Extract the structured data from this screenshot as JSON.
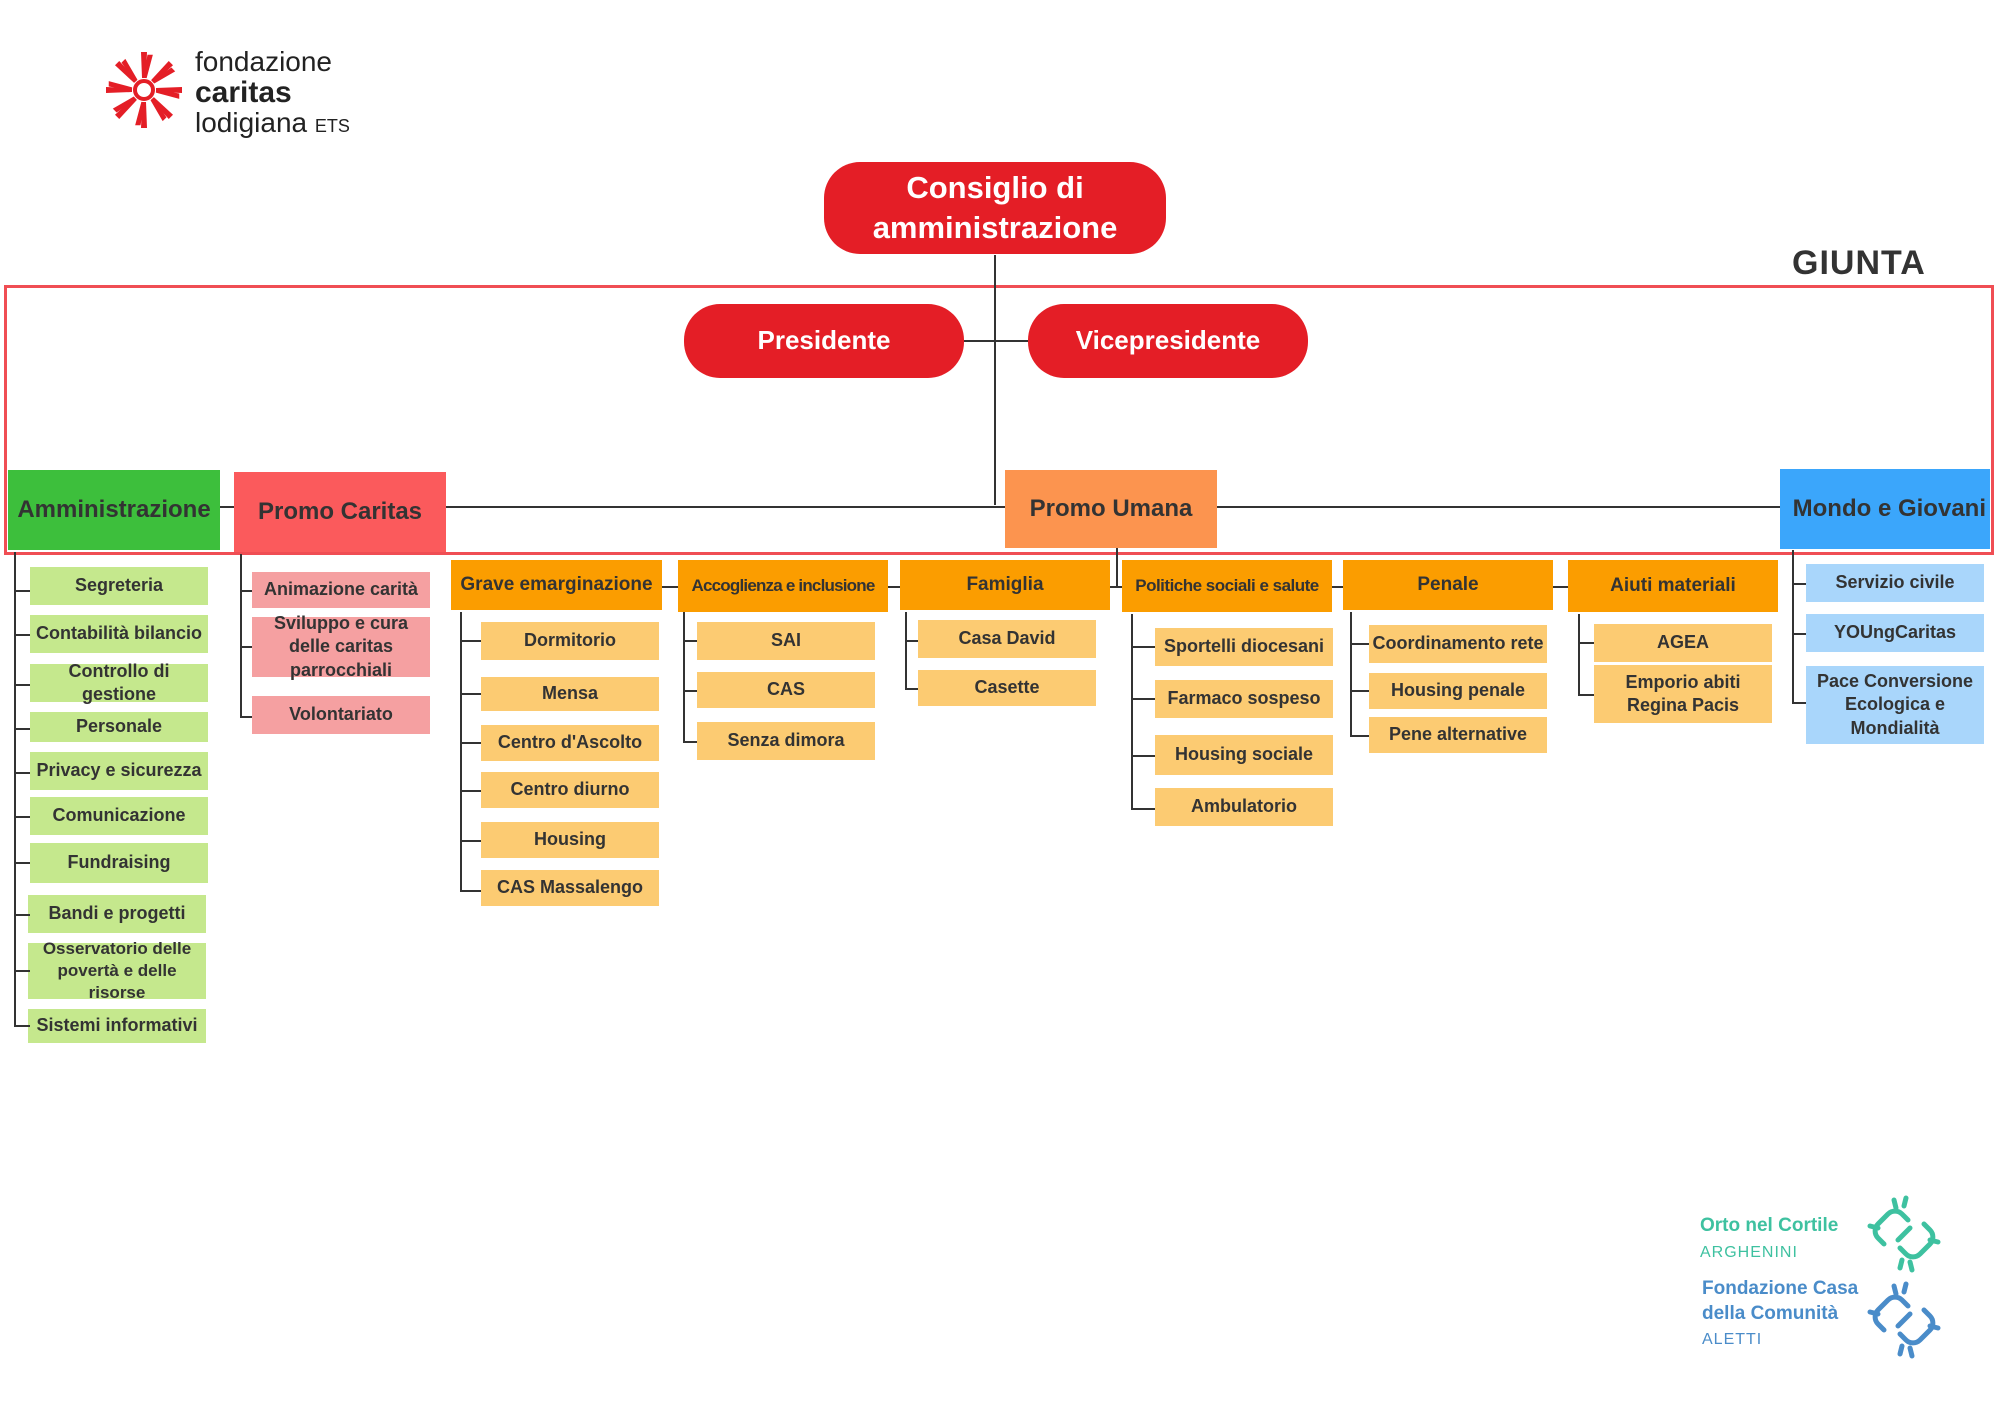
{
  "logo": {
    "line1": "fondazione",
    "line2": "caritas",
    "line3": "lodigiana",
    "suffix": "ETS",
    "color": "#e41e26"
  },
  "giunta": {
    "label": "GIUNTA",
    "border_color": "#f04e54"
  },
  "top": {
    "consiglio": "Consiglio di amministrazione",
    "presidente": "Presidente",
    "vicepresidente": "Vicepresidente"
  },
  "areas": {
    "amministrazione": {
      "label": "Amministrazione",
      "items": [
        "Segreteria",
        "Contabilità bilancio",
        "Controllo di gestione",
        "Personale",
        "Privacy e sicurezza",
        "Comunicazione",
        "Fundraising",
        "Bandi e progetti",
        "Osservatorio delle povertà e delle risorse",
        "Sistemi informativi"
      ]
    },
    "promo_caritas": {
      "label": "Promo Caritas",
      "items": [
        "Animazione carità",
        "Sviluppo e cura delle caritas parrocchiali",
        "Volontariato"
      ]
    },
    "promo_umana": {
      "label": "Promo Umana",
      "groups": [
        {
          "label": "Grave emarginazione",
          "items": [
            "Dormitorio",
            "Mensa",
            "Centro d'Ascolto",
            "Centro diurno",
            "Housing",
            "CAS Massalengo"
          ]
        },
        {
          "label": "Accoglienza e inclusione",
          "items": [
            "SAI",
            "CAS",
            "Senza dimora"
          ]
        },
        {
          "label": "Famiglia",
          "items": [
            "Casa David",
            "Casette"
          ]
        },
        {
          "label": "Politiche sociali e salute",
          "items": [
            "Sportelli diocesani",
            "Farmaco sospeso",
            "Housing sociale",
            "Ambulatorio"
          ]
        },
        {
          "label": "Penale",
          "items": [
            "Coordinamento rete",
            "Housing penale",
            "Pene alternative"
          ]
        },
        {
          "label": "Aiuti materiali",
          "items": [
            "AGEA",
            "Emporio abiti Regina Pacis"
          ]
        }
      ]
    },
    "mondo_giovani": {
      "label": "Mondo e Giovani",
      "items": [
        "Servizio civile",
        "YOUngCaritas",
        "Pace Conversione Ecologica e Mondialità"
      ]
    }
  },
  "partners": {
    "orto": {
      "name": "Orto nel Cortile",
      "sub": "ARGHENINI",
      "color": "#3ec1a0"
    },
    "casa": {
      "name": "Fondazione Casa della Comunità",
      "sub": "ALETTI",
      "color": "#4a8cc9"
    }
  }
}
